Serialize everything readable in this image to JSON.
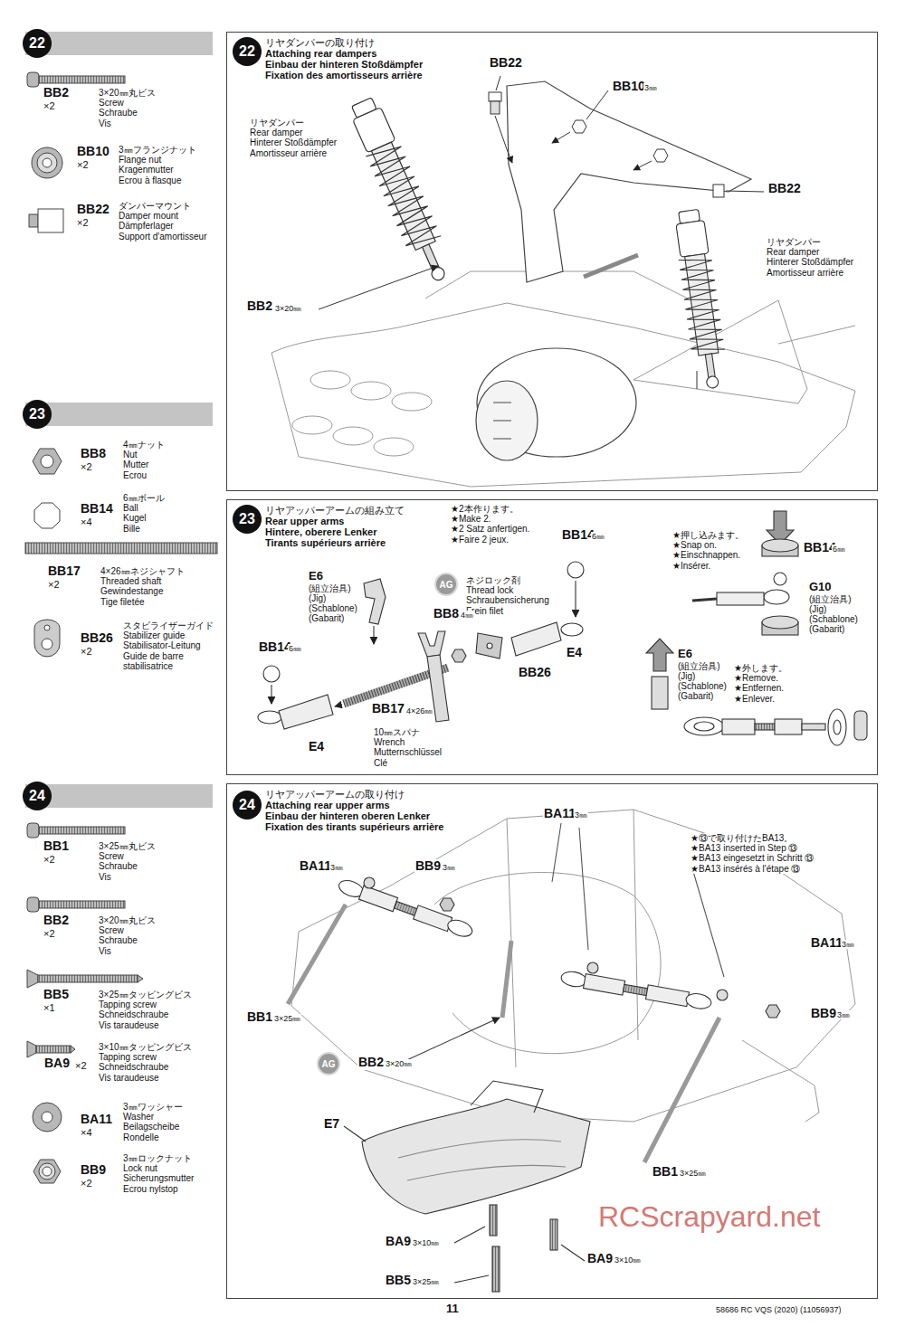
{
  "diagram": {
    "nodes": [
      {
        "text": [
          "22"
        ]
      },
      {
        "text": [
          "リヤダンパーの取り付け",
          "Attaching rear dampers",
          "Einbau der hinteren Stoßdämpfer",
          "Fixation des amortisseurs arrière"
        ]
      },
      {
        "text": [
          "22"
        ],
        "in": 1
      },
      {
        "text": [
          "23"
        ]
      },
      {
        "text": [
          "リヤアッパーアームの組み立て",
          "Rear upper arms",
          "Hintere, oberere Lenker",
          "Tirants supérieurs arrière"
        ]
      },
      {
        "text": [
          "23"
        ],
        "in": 4
      },
      {
        "text": [
          "AG"
        ],
        "in": 4
      },
      {
        "text": [
          "24"
        ]
      },
      {
        "text": [
          "リヤアッパーアームの取り付け",
          "Attaching rear upper arms",
          "Einbau der hinteren oberen Lenker",
          "Fixation des tirants supérieurs arrière"
        ]
      },
      {
        "text": [
          "24"
        ],
        "in": 8
      },
      {
        "text": [
          "AG"
        ],
        "in": 8
      }
    ],
    "labels": [
      "BB2",
      "×2",
      "3×20㎜丸ビス",
      "Screw",
      "Schraube",
      "Vis",
      "BB10",
      "×2",
      "3㎜フランジナット",
      "Flange nut",
      "Kragenmutter",
      "Ecrou à flasque",
      "BB22",
      "×2",
      "ダンパーマウント",
      "Damper mount",
      "Dämpferlager",
      "Support d'amortisseur",
      "BB22",
      "BB10",
      "3㎜",
      "BB22",
      "リヤダンパー",
      "Rear damper",
      "Hinterer Stoßdämpfer",
      "Amortisseur arrière",
      "リヤダンパー",
      "Rear damper",
      "Hinterer Stoßdämpfer",
      "Amortisseur arrière",
      "BB2",
      "3×20㎜",
      "BB8",
      "×2",
      "4㎜ナット",
      "Nut",
      "Mutter",
      "Ecrou",
      "BB14",
      "×4",
      "6㎜ボール",
      "Ball",
      "Kugel",
      "Bille",
      "BB17",
      "×2",
      "4×26㎜ネジシャフト",
      "Threaded shaft",
      "Gewindestange",
      "Tige filetée",
      "BB26",
      "×2",
      "スタビライザーガイド",
      "Stabilizer guide",
      "Stabilisator-Leitung",
      "Guide de barre stabilisatrice",
      "BB14",
      "6㎜",
      "★2本作ります。",
      "★Make 2.",
      "★2 Satz anfertigen.",
      "★Faire 2 jeux.",
      "ネジロック剤",
      "Thread lock",
      "Schraubensicherung",
      "Frein filet",
      "E6",
      "(組立治具)",
      "(Jig)",
      "(Schablone)",
      "(Gabarit)",
      "BB8",
      "4㎜",
      "BB14",
      "6㎜",
      "E4",
      "BB26",
      "BB17",
      "4×26㎜",
      "E4",
      "10㎜スパナ",
      "Wrench",
      "Mutternschlüssel",
      "Clé",
      "★押し込みます。",
      "★Snap on.",
      "★Einschnappen.",
      "★Insérer.",
      "BB14",
      "6㎜",
      "G10",
      "(組立治具)",
      "(Jig)",
      "(Schablone)",
      "(Gabarit)",
      "E6",
      "(組立治具)",
      "(Jig)",
      "(Schablone)",
      "(Gabarit)",
      "★外します。",
      "★Remove.",
      "★Entfernen.",
      "★Enlever.",
      "BB1",
      "×2",
      "3×25㎜丸ビス",
      "Screw",
      "Schraube",
      "Vis",
      "BB2",
      "×2",
      "3×20㎜丸ビス",
      "Screw",
      "Schraube",
      "Vis",
      "BB5",
      "×1",
      "3×25㎜タッピングビス",
      "Tapping screw",
      "Schneidschraube",
      "Vis taraudeuse",
      "BA9",
      "×2",
      "3×10㎜タッピングビス",
      "Tapping screw",
      "Schneidschraube",
      "Vis taraudeuse",
      "BA11",
      "×4",
      "3㎜ワッシャー",
      "Washer",
      "Beilagscheibe",
      "Rondelle",
      "BB9",
      "×2",
      "3㎜ロックナット",
      "Lock nut",
      "Sicherungsmutter",
      "Ecrou nylstop",
      "BA11",
      "3㎜",
      "BB9",
      "3㎜",
      "BA11",
      "3㎜",
      "★⑬で取り付けたBA13。",
      "★BA13 inserted in Step ⑬",
      "★BA13 eingesetzt in Schritt ⑬",
      "★BA13 insérés à l'étape ⑬",
      "BA11",
      "3㎜",
      "BB9",
      "3㎜",
      "BB1",
      "3×25㎜",
      "BB2",
      "3×20㎜",
      "E7",
      "BB1",
      "3×25㎜",
      "BA9",
      "3×10㎜",
      "BA9",
      "3×10㎜",
      "BB5",
      "3×25㎜",
      "11",
      "58686 RC VQS (2020) (11056937)",
      "RCScrapyard.net"
    ]
  }
}
